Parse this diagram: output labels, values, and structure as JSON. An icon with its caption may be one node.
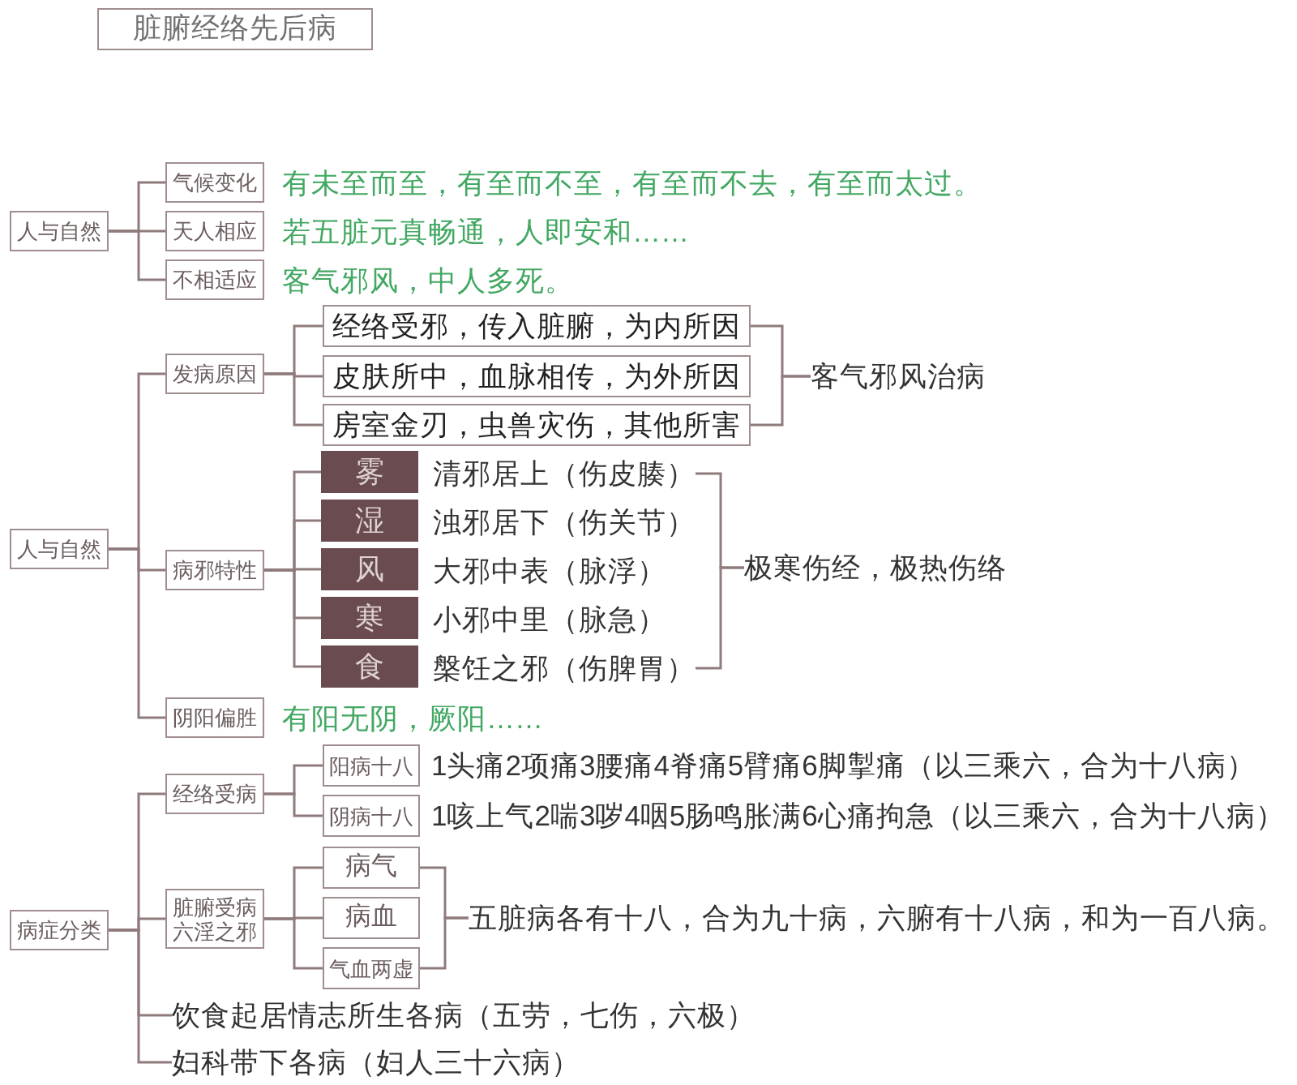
{
  "diagram": {
    "title": "脏腑经络先后病",
    "nodes": [
      {
        "text": [
          "人与自然"
        ]
      },
      {
        "text": [
          "气候变化"
        ],
        "beside": [
          "有未至而至，有至而不至，有至而不去，有至而太过。"
        ]
      },
      {
        "text": [
          "天人相应"
        ],
        "beside": [
          "若五脏元真畅通，人即安和……"
        ]
      },
      {
        "text": [
          "不相适应"
        ],
        "beside": [
          "客气邪风，中人多死。"
        ]
      },
      {
        "text": [
          "人与自然"
        ]
      },
      {
        "text": [
          "发病原因"
        ]
      },
      {
        "text": [
          "经络受邪，传入脏腑，为内所因"
        ]
      },
      {
        "text": [
          "皮肤所中，血脉相传，为外所因"
        ]
      },
      {
        "text": [
          "房室金刃，虫兽灾伤，其他所害"
        ]
      },
      {
        "text": [
          "客气邪风治病"
        ]
      },
      {
        "text": [
          "病邪特性"
        ]
      },
      {
        "text": [
          "雾"
        ]
      },
      {
        "text": [
          "清邪居上（伤皮腠）"
        ]
      },
      {
        "text": [
          "湿"
        ]
      },
      {
        "text": [
          "浊邪居下（伤关节）"
        ]
      },
      {
        "text": [
          "风"
        ]
      },
      {
        "text": [
          "大邪中表（脉浮）"
        ]
      },
      {
        "text": [
          "寒"
        ]
      },
      {
        "text": [
          "小邪中里（脉急）"
        ]
      },
      {
        "text": [
          "食"
        ]
      },
      {
        "text": [
          "槃饪之邪（伤脾胃）"
        ]
      },
      {
        "text": [
          "极寒伤经，极热伤络"
        ]
      },
      {
        "text": [
          "阴阳偏胜"
        ],
        "beside": [
          "有阳无阴，厥阳……"
        ]
      },
      {
        "text": [
          "病症分类"
        ]
      },
      {
        "text": [
          "经络受病"
        ]
      },
      {
        "text": [
          "阳病十八"
        ],
        "beside": [
          "1头痛2项痛3腰痛4脊痛5臂痛6脚掣痛（以三乘六，合为十八病）"
        ]
      },
      {
        "text": [
          "阴病十八"
        ],
        "beside": [
          "1咳上气2喘3哕4咽5肠鸣胀满6心痛拘急（以三乘六，合为十八病）"
        ]
      },
      {
        "text": [
          "脏腑受病六淫之邪"
        ]
      },
      {
        "text": [
          "病气"
        ]
      },
      {
        "text": [
          "病血"
        ]
      },
      {
        "text": [
          "气血两虚"
        ]
      },
      {
        "text": [
          "五脏病各有十八，合为九十病，六腑有十八病，和为一百八病。"
        ]
      },
      {
        "text": [
          "饮食起居情志所生各病（五劳，七伤，六极）"
        ]
      },
      {
        "text": [
          "妇科带下各病（妇人三十六病）"
        ]
      }
    ],
    "edges": [
      {
        "from": 0,
        "to": 1,
        "arrow": "none"
      },
      {
        "from": 0,
        "to": 2,
        "arrow": "none"
      },
      {
        "from": 0,
        "to": 3,
        "arrow": "none"
      },
      {
        "from": 4,
        "to": 5,
        "arrow": "none"
      },
      {
        "from": 4,
        "to": 10,
        "arrow": "none"
      },
      {
        "from": 4,
        "to": 22,
        "arrow": "none"
      },
      {
        "from": 5,
        "to": 6,
        "arrow": "none"
      },
      {
        "from": 5,
        "to": 7,
        "arrow": "none"
      },
      {
        "from": 5,
        "to": 8,
        "arrow": "none"
      },
      {
        "from": 6,
        "to": 9,
        "arrow": "none"
      },
      {
        "from": 8,
        "to": 9,
        "arrow": "none"
      },
      {
        "from": 10,
        "to": 11,
        "arrow": "none"
      },
      {
        "from": 10,
        "to": 13,
        "arrow": "none"
      },
      {
        "from": 10,
        "to": 15,
        "arrow": "none"
      },
      {
        "from": 10,
        "to": 17,
        "arrow": "none"
      },
      {
        "from": 10,
        "to": 19,
        "arrow": "none"
      },
      {
        "from": 12,
        "to": 21,
        "arrow": "none"
      },
      {
        "from": 20,
        "to": 21,
        "arrow": "none"
      },
      {
        "from": 23,
        "to": 24,
        "arrow": "none"
      },
      {
        "from": 23,
        "to": 27,
        "arrow": "none"
      },
      {
        "from": 23,
        "to": 32,
        "arrow": "none"
      },
      {
        "from": 23,
        "to": 33,
        "arrow": "none"
      },
      {
        "from": 24,
        "to": 25,
        "arrow": "none"
      },
      {
        "from": 24,
        "to": 26,
        "arrow": "none"
      },
      {
        "from": 27,
        "to": 28,
        "arrow": "none"
      },
      {
        "from": 27,
        "to": 29,
        "arrow": "none"
      },
      {
        "from": 27,
        "to": 30,
        "arrow": "none"
      },
      {
        "from": 28,
        "to": 31,
        "arrow": "none"
      },
      {
        "from": 30,
        "to": 31,
        "arrow": "none"
      }
    ]
  }
}
